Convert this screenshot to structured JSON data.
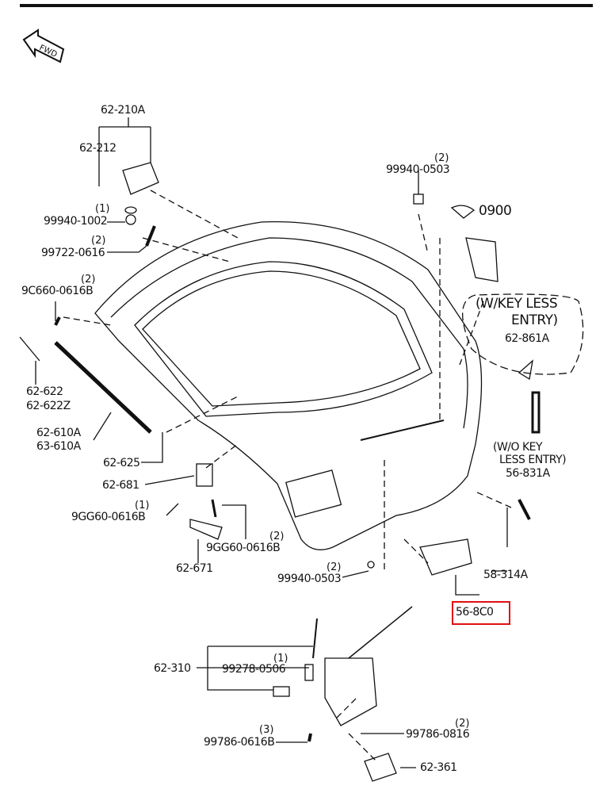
{
  "direction_badge": "FWD",
  "highlight_color": "#e01010",
  "labels": {
    "p62_210A": "62-210A",
    "p62_212": "62-212",
    "p99940_1002": "99940-1002",
    "q99940_1002": "(1)",
    "p99722_0616": "99722-0616",
    "q99722_0616": "(2)",
    "p9C660_0616B": "9C660-0616B",
    "q9C660_0616B": "(2)",
    "p62_622": "62-622",
    "p62_622Z": "62-622Z",
    "p62_610A": "62-610A",
    "p63_610A": "63-610A",
    "p62_625": "62-625",
    "p62_681": "62-681",
    "p9GG60_0616B_a": "9GG60-0616B",
    "q9GG60_0616B_a": "(1)",
    "p9GG60_0616B_b": "9GG60-0616B",
    "q9GG60_0616B_b": "(2)",
    "p62_671": "62-671",
    "p99940_0503_a": "99940-0503",
    "q99940_0503_a": "(2)",
    "p99940_0503_b": "99940-0503",
    "q99940_0503_b": "(2)",
    "p0900": "0900",
    "wkey_1": "(W/KEY LESS",
    "wkey_2": "ENTRY)",
    "p62_861A": "62-861A",
    "wokey_1": "(W/O KEY",
    "wokey_2": "LESS ENTRY)",
    "p56_831A": "56-831A",
    "p58_314A": "58-314A",
    "p56_8C0": "56-8C0",
    "p62_310": "62-310",
    "p99278_0506": "99278-0506",
    "q99278_0506": "(1)",
    "p99786_0616B": "99786-0616B",
    "q99786_0616B": "(3)",
    "p99786_0816": "99786-0816",
    "q99786_0816": "(2)",
    "p62_361": "62-361"
  }
}
